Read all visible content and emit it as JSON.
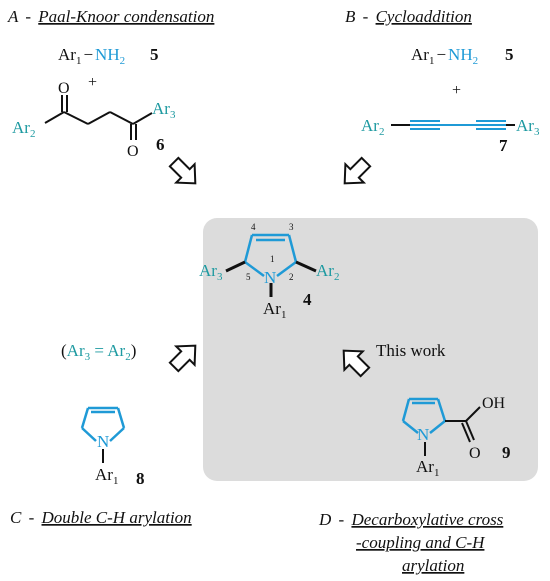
{
  "colors": {
    "pyrrole_blue": "#1f9ad6",
    "aryl_teal": "#1e9aa1",
    "bond_black": "#111111",
    "panel_grey": "#dcdcdc"
  },
  "panel_a": {
    "letter": "A",
    "dash": "-",
    "title": "Paal-Knoor condensation",
    "amine": {
      "ar": "Ar",
      "sub": "1",
      "bond": "−",
      "nh": "NH",
      "nh_sub": "2"
    },
    "amine_number": "5",
    "plus": "+",
    "diketone": {
      "o1": "O",
      "o2": "O",
      "left_ar": "Ar",
      "left_sub": "2",
      "right_ar": "Ar",
      "right_sub": "3"
    },
    "diketone_number": "6"
  },
  "panel_b": {
    "letter": "B",
    "dash": "-",
    "title": "Cycloaddition",
    "amine": {
      "ar": "Ar",
      "sub": "1",
      "bond": "−",
      "nh": "NH",
      "nh_sub": "2"
    },
    "amine_number": "5",
    "plus": "+",
    "diyne": {
      "left_ar": "Ar",
      "left_sub": "2",
      "right_ar": "Ar",
      "right_sub": "3"
    },
    "diyne_number": "7"
  },
  "center": {
    "left_ar": "Ar",
    "left_sub": "3",
    "right_ar": "Ar",
    "right_sub": "2",
    "n_label": "N",
    "n_ar": "Ar",
    "n_sub": "1",
    "number": "4",
    "positions": {
      "p1": "1",
      "p2": "2",
      "p3": "3",
      "p4": "4",
      "p5": "5"
    }
  },
  "panel_c": {
    "letter": "C",
    "dash": "-",
    "title": "Double C-H  arylation",
    "condition_open": "(",
    "condition_ar_a": "Ar",
    "condition_sub_a": "3",
    "condition_eq": " = ",
    "condition_ar_b": "Ar",
    "condition_sub_b": "2",
    "condition_close": ")",
    "n_label": "N",
    "n_ar": "Ar",
    "n_sub": "1",
    "number": "8"
  },
  "panel_d": {
    "letter": "D",
    "dash": "-",
    "title_line1": "Decarboxylative cross",
    "title_line2": "-coupling and C-H",
    "title_line3": "arylation",
    "this_work": "This work",
    "n_label": "N",
    "n_ar": "Ar",
    "n_sub": "1",
    "oh": "OH",
    "o": "O",
    "number": "9"
  },
  "icons": {
    "arrow_a": "hollow-arrow-down-right-icon",
    "arrow_b": "hollow-arrow-down-left-icon",
    "arrow_c": "hollow-arrow-up-right-icon",
    "arrow_d": "hollow-arrow-up-left-icon"
  }
}
